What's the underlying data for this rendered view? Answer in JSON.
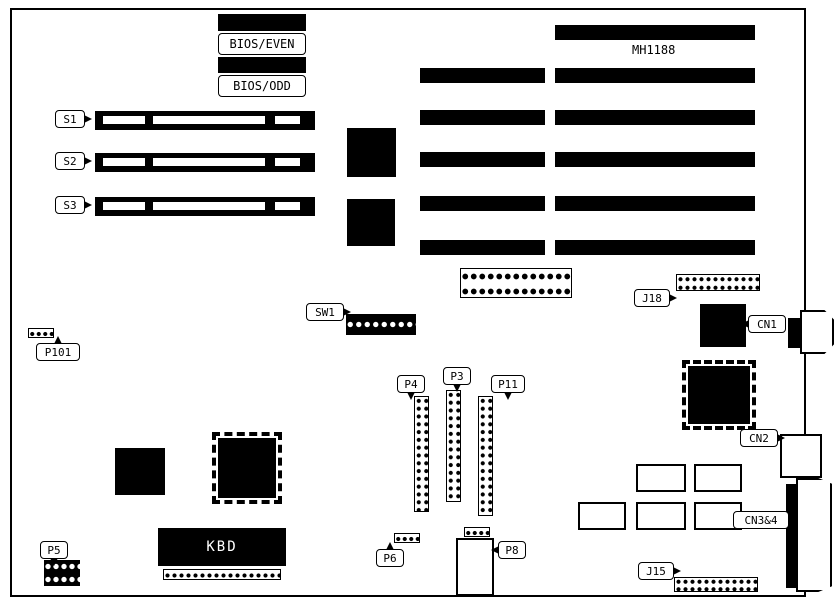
{
  "diagram": {
    "part_number": "MH1188",
    "labels": {
      "bios_even": "BIOS/EVEN",
      "bios_odd": "BIOS/ODD",
      "s1": "S1",
      "s2": "S2",
      "s3": "S3",
      "sw1": "SW1",
      "p101": "P101",
      "p3": "P3",
      "p4": "P4",
      "p11": "P11",
      "p5": "P5",
      "p6": "P6",
      "p8": "P8",
      "kbd": "KBD",
      "j18": "J18",
      "j15": "J15",
      "cn1": "CN1",
      "cn2": "CN2",
      "cn3_4": "CN3&4"
    },
    "colors": {
      "ink": "#000000",
      "paper": "#ffffff"
    }
  }
}
